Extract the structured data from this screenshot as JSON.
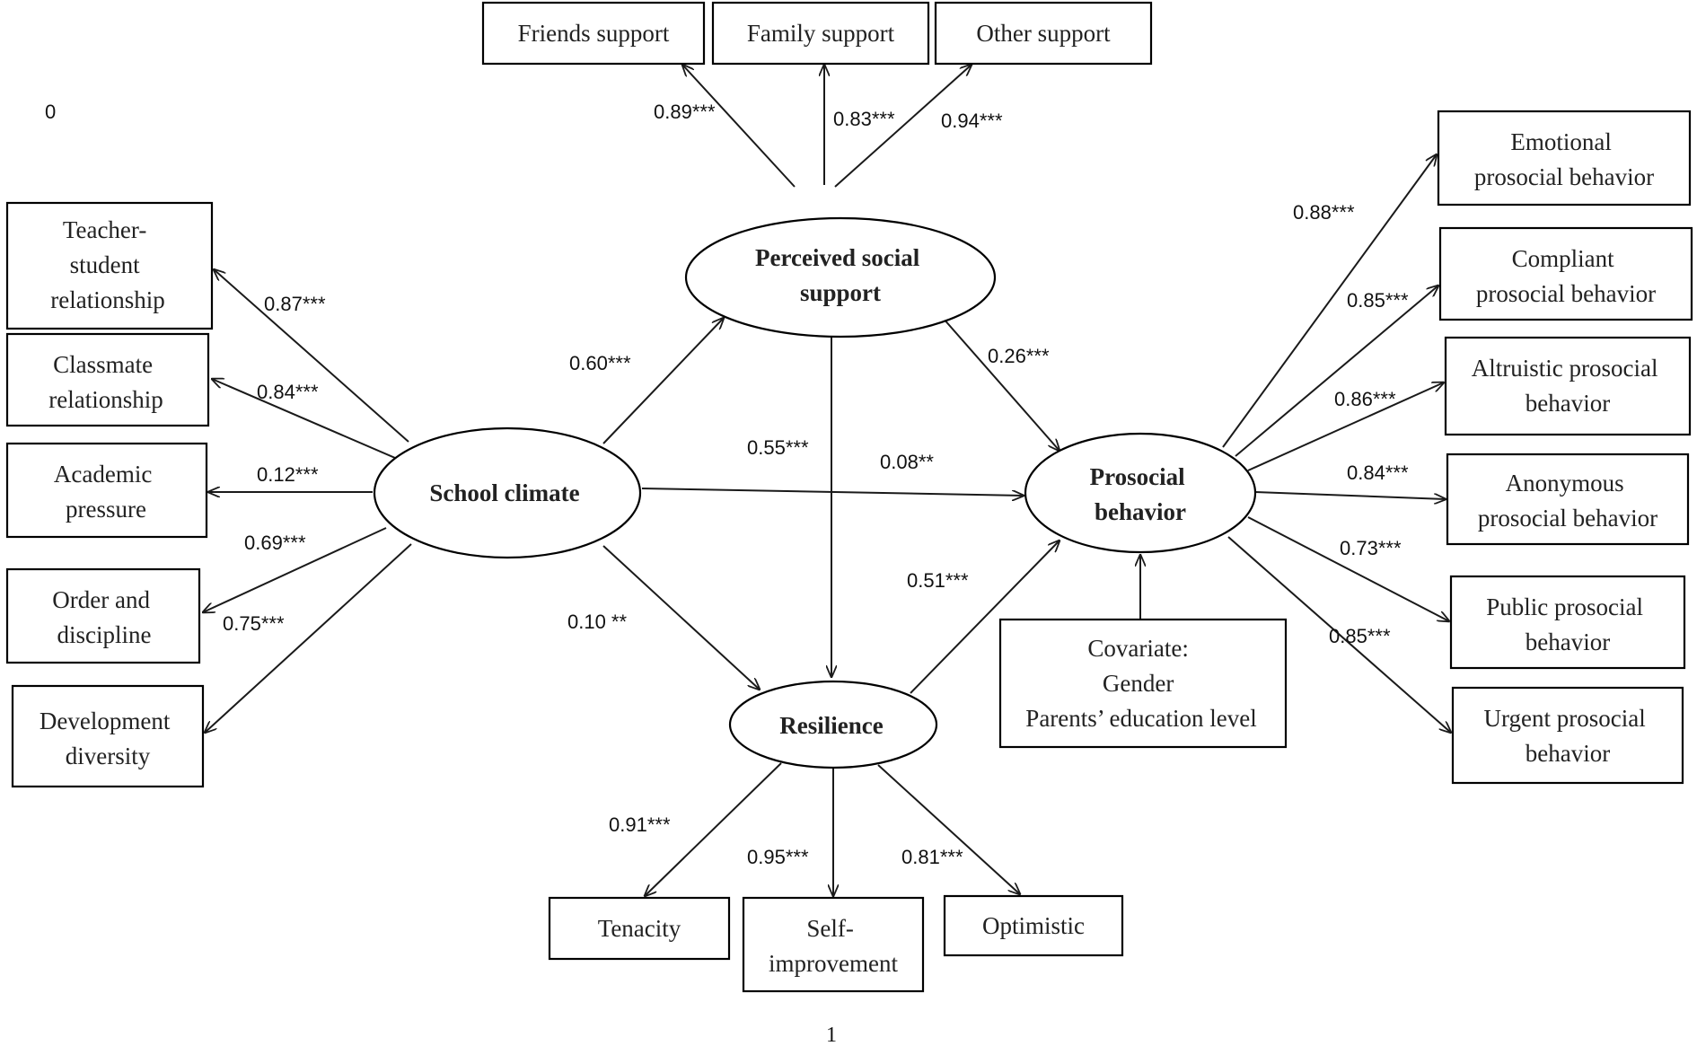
{
  "corner_label": "0",
  "page_number": "1",
  "latent": {
    "school_climate": [
      "School climate"
    ],
    "perceived_social_support": [
      "Perceived social",
      "support"
    ],
    "prosocial_behavior": [
      "Prosocial",
      "behavior"
    ],
    "resilience": [
      "Resilience"
    ]
  },
  "indicators": {
    "friends_support": [
      "Friends support"
    ],
    "family_support": [
      "Family support"
    ],
    "other_support": [
      "Other support"
    ],
    "teacher_student": [
      "Teacher-",
      "student",
      "relationship"
    ],
    "classmate": [
      "Classmate",
      "relationship"
    ],
    "academic_pressure": [
      "Academic",
      "pressure"
    ],
    "order_discipline": [
      "Order and",
      "discipline"
    ],
    "development_diversity": [
      "Development",
      "diversity"
    ],
    "emotional": [
      "Emotional",
      "prosocial behavior"
    ],
    "compliant": [
      "Compliant",
      "prosocial behavior"
    ],
    "altruistic": [
      "Altruistic prosocial",
      "behavior"
    ],
    "anonymous": [
      "Anonymous",
      "prosocial behavior"
    ],
    "public": [
      "Public prosocial",
      "behavior"
    ],
    "urgent": [
      "Urgent prosocial",
      "behavior"
    ],
    "tenacity": [
      "Tenacity"
    ],
    "self_improvement": [
      "Self-",
      "improvement"
    ],
    "optimistic": [
      "Optimistic"
    ],
    "covariate": [
      "Covariate:",
      "Gender",
      "Parents’ education level"
    ]
  },
  "coefficients": {
    "pss_friends": "0.89***",
    "pss_family": "0.83***",
    "pss_other": "0.94***",
    "sc_teacher": "0.87***",
    "sc_classmate": "0.84***",
    "sc_academic": "0.12***",
    "sc_order": "0.69***",
    "sc_development": "0.75***",
    "pb_emotional": "0.88***",
    "pb_compliant": "0.85***",
    "pb_altruistic": "0.86***",
    "pb_anonymous": "0.84***",
    "pb_public": "0.73***",
    "pb_urgent": "0.85***",
    "sc_pss": "0.60***",
    "pss_pb": "0.26***",
    "pss_res": "0.55***",
    "sc_pb": "0.08**",
    "sc_res": "0.10 **",
    "res_pb": "0.51***",
    "res_tenacity": "0.91***",
    "res_self": "0.95***",
    "res_optimistic": "0.81***"
  }
}
